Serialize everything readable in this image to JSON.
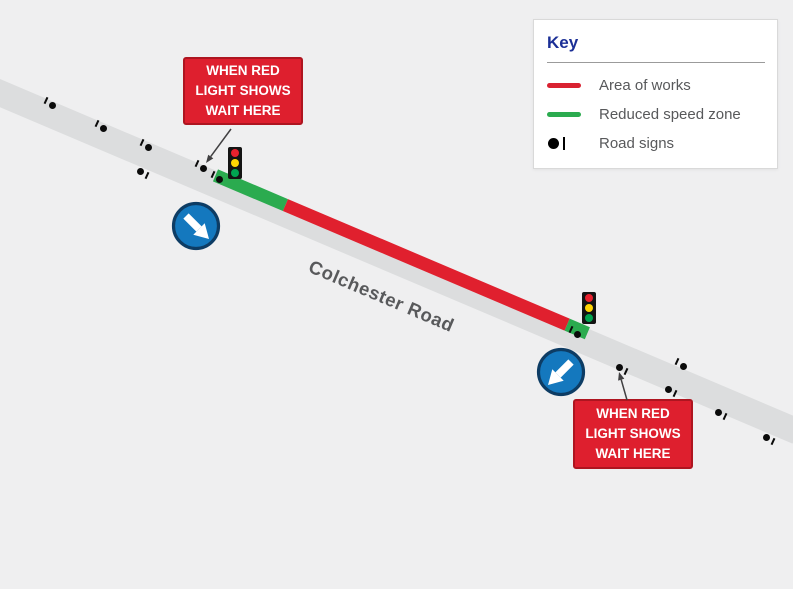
{
  "road": {
    "name": "Colchester Road"
  },
  "key": {
    "title": "Key",
    "items": [
      {
        "label": "Area of works",
        "swatch": "red-line",
        "color": "#e0202e"
      },
      {
        "label": "Reduced speed zone",
        "swatch": "green-line",
        "color": "#2bab4f"
      },
      {
        "label": "Road signs",
        "swatch": "black-dot-with-post",
        "color": "#000000"
      }
    ]
  },
  "wait_sign": {
    "lines": [
      "WHEN RED",
      "LIGHT SHOWS",
      "WAIT HERE"
    ]
  },
  "colors": {
    "background_gray": "#efeff0",
    "road_gray": "#dcddde",
    "area_of_works_red": "#e0202e",
    "reduced_speed_green": "#2bab4f",
    "wait_sign_red": "#de1f2e",
    "wait_sign_border": "#ae1520",
    "blue_sign_fill": "#1478be",
    "blue_sign_ring": "#0d3c64",
    "key_title_blue": "#1b2f96",
    "label_gray": "#58595b",
    "traffic_light_lamps": [
      "#e8212e",
      "#ffd503",
      "#00a551"
    ]
  }
}
